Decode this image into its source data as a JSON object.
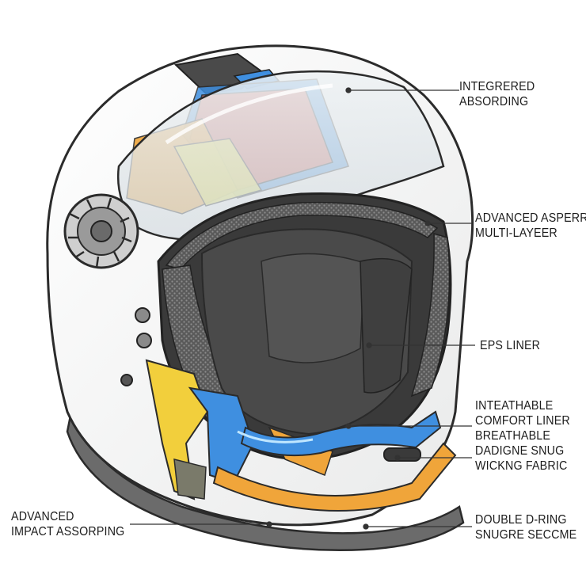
{
  "diagram": {
    "colors": {
      "shell": "#f7f7f5",
      "outline": "#2b2b2b",
      "visor_tint": "#dfe6ea",
      "liner_dark": "#3c3c3c",
      "mesh": "#6a6a6a",
      "yellow": "#f2cf3c",
      "orange": "#f0a53a",
      "blue": "#3f8fe0",
      "red": "#e46a55",
      "rim": "#5c5c5c"
    },
    "callouts": [
      {
        "id": "integrated-absorbing",
        "lines": [
          "INTEGRERED",
          "ABSORDING"
        ]
      },
      {
        "id": "advanced-multilayer",
        "lines": [
          "ADVANCED ASPERRN",
          "MULTI-LAYEER"
        ]
      },
      {
        "id": "eps-liner",
        "lines": [
          "EPS LINER"
        ]
      },
      {
        "id": "comfort-liner",
        "lines": [
          "INTEATHABLE",
          "COMFORT LINER",
          "BREATHABLE",
          "DADIGNE SNUG",
          "WICKNG FABRIC"
        ]
      },
      {
        "id": "double-d-ring",
        "lines": [
          "DOUBLE D-RING",
          "SNUGRE SECCME"
        ]
      },
      {
        "id": "impact-absorbing",
        "lines": [
          "ADVANCED",
          "IMPACT ASSORPING"
        ]
      }
    ]
  }
}
